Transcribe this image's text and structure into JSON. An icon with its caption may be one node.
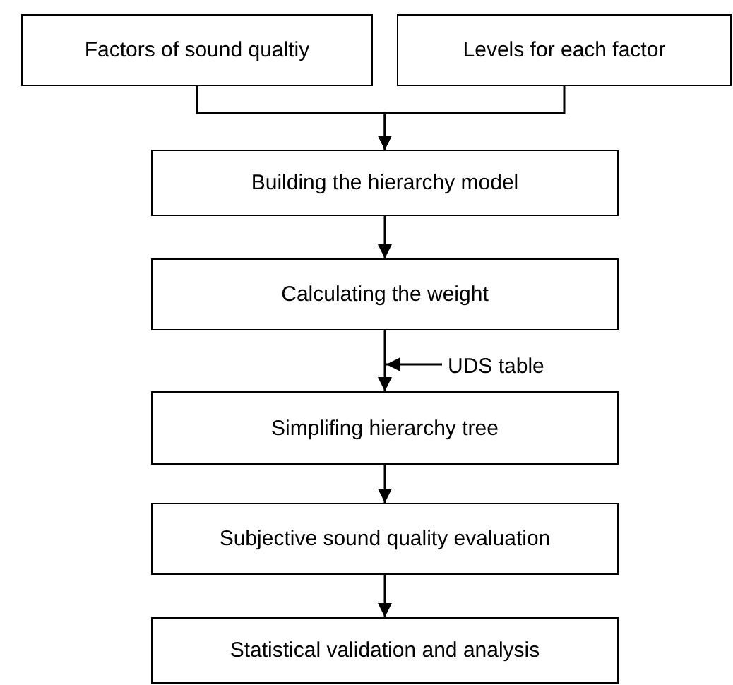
{
  "diagram": {
    "nodes": [
      {
        "text": [
          "Factors of sound qualtiy"
        ]
      },
      {
        "text": [
          "Levels for each factor"
        ]
      },
      {
        "text": [
          "Building the hierarchy model"
        ]
      },
      {
        "text": [
          "Calculating the weight"
        ]
      },
      {
        "text": [
          "UDS table"
        ]
      },
      {
        "text": [
          "Simplifing hierarchy tree"
        ]
      },
      {
        "text": [
          "Subjective sound quality evaluation"
        ]
      },
      {
        "text": [
          "Statistical validation and analysis"
        ]
      }
    ],
    "edges": [
      {
        "from": 0,
        "to": 2,
        "arrow": "to"
      },
      {
        "from": 1,
        "to": 2,
        "arrow": "to"
      },
      {
        "from": 2,
        "to": 3,
        "arrow": "to"
      },
      {
        "from": 4,
        "to": 5,
        "arrow": "to"
      },
      {
        "from": 3,
        "to": 5,
        "arrow": "to"
      },
      {
        "from": 5,
        "to": 6,
        "arrow": "to"
      },
      {
        "from": 6,
        "to": 7,
        "arrow": "to"
      }
    ]
  }
}
